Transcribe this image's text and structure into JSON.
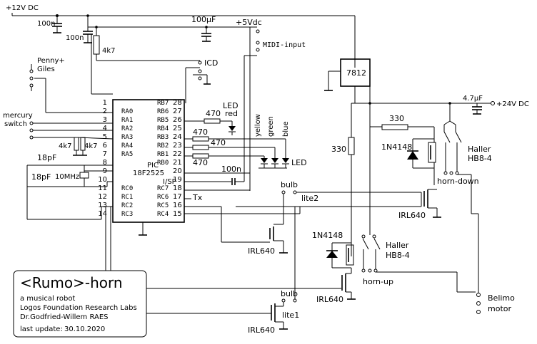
{
  "title_block": {
    "title": "<Rumo>-horn",
    "subtitle": "a musical robot",
    "org": "Logos Foundation Research Labs",
    "author": "Dr.Godfried-Willem RAES",
    "update_label": "last update:",
    "update_date": "30.10.2020"
  },
  "power": {
    "v12": "+12V DC",
    "v5": "+5Vdc",
    "v24": "+24V DC",
    "regulator": "7812"
  },
  "mcu": {
    "name_line1": "PIC",
    "name_line2": "18F2525",
    "isp": "I/SP",
    "left_pins": [
      {
        "num": "1",
        "name": ""
      },
      {
        "num": "2",
        "name": "RA0"
      },
      {
        "num": "3",
        "name": "RA1"
      },
      {
        "num": "4",
        "name": "RA2"
      },
      {
        "num": "5",
        "name": "RA3"
      },
      {
        "num": "6",
        "name": "RA4"
      },
      {
        "num": "7",
        "name": "RA5"
      },
      {
        "num": "8",
        "name": ""
      },
      {
        "num": "9",
        "name": ""
      },
      {
        "num": "10",
        "name": ""
      },
      {
        "num": "11",
        "name": "RC0"
      },
      {
        "num": "12",
        "name": "RC1"
      },
      {
        "num": "13",
        "name": "RC2"
      },
      {
        "num": "14",
        "name": "RC3"
      }
    ],
    "right_pins": [
      {
        "num": "28",
        "name": "RB7"
      },
      {
        "num": "27",
        "name": "RB6"
      },
      {
        "num": "26",
        "name": "RB5"
      },
      {
        "num": "25",
        "name": "RB4"
      },
      {
        "num": "24",
        "name": "RB3"
      },
      {
        "num": "23",
        "name": "RB2"
      },
      {
        "num": "22",
        "name": "RB1"
      },
      {
        "num": "21",
        "name": "RB0"
      },
      {
        "num": "20",
        "name": ""
      },
      {
        "num": "19",
        "name": ""
      },
      {
        "num": "18",
        "name": "RC7"
      },
      {
        "num": "17",
        "name": "RC6"
      },
      {
        "num": "16",
        "name": "RC5"
      },
      {
        "num": "15",
        "name": "RC4"
      }
    ]
  },
  "labels": {
    "c100n_a": "100n",
    "c100n_b": "100n",
    "c100uf": "100µF",
    "r4k7_top": "4k7",
    "icd": "ICD",
    "midi": "MIDI-input",
    "penny": "Penny+",
    "giles": "Giles",
    "mercury1": "mercury",
    "mercury2": "switch",
    "r4k7_a": "4k7",
    "r4k7_b": "4k7",
    "c18pf_a": "18pF",
    "c18pf_b": "18pF",
    "xtal": "10MHz",
    "led_red1": "LED",
    "led_red2": "red",
    "r470_1": "470",
    "r470_2": "470",
    "r470_3": "470",
    "r470_4": "470",
    "yellow": "yellow",
    "green": "green",
    "blue": "blue",
    "led": "LED",
    "c100n_c": "100n",
    "tx": "Tx",
    "bulb_top": "bulb",
    "lite2": "lite2",
    "bulb_bottom": "bulb",
    "lite1": "lite1",
    "irl_1": "IRL640",
    "irl_2": "IRL640",
    "irl_3": "IRL640",
    "irl_4": "IRL640",
    "r330_a": "330",
    "r330_b": "330",
    "diode_a": "1N4148",
    "diode_b": "1N4148",
    "haller_a1": "Haller",
    "haller_a2": "HB8-4",
    "haller_b1": "Haller",
    "haller_b2": "HB8-4",
    "horn_down": "horn-down",
    "horn_up": "horn-up",
    "c47uf": "4.7µF",
    "belimo1": "Belimo",
    "belimo2": "motor"
  }
}
